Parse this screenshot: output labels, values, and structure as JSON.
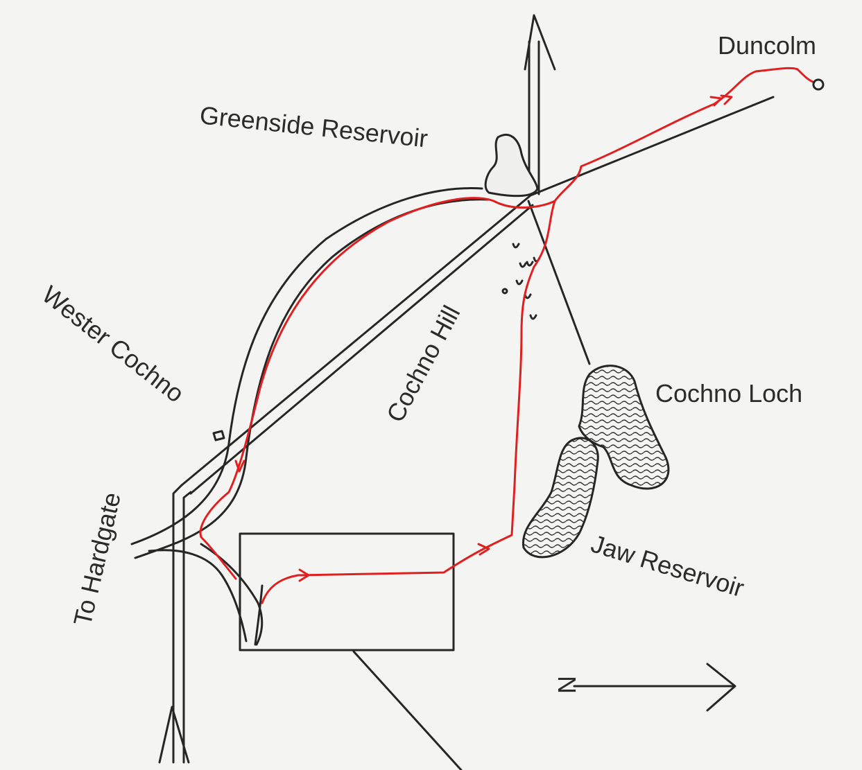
{
  "map": {
    "labels": {
      "duncolm": "Duncolm",
      "greenside": "Greenside Reservoir",
      "wester_cochno": "Wester Cochno",
      "cochno_hill": "Cochno Hill",
      "cochno_loch": "Cochno Loch",
      "jaw_reservoir": "Jaw Reservoir",
      "to_hardgate": "To Hardgate"
    },
    "compass": "N",
    "colors": {
      "route": "#e02020",
      "ink": "#262626",
      "paper": "#f4f4f2"
    }
  }
}
